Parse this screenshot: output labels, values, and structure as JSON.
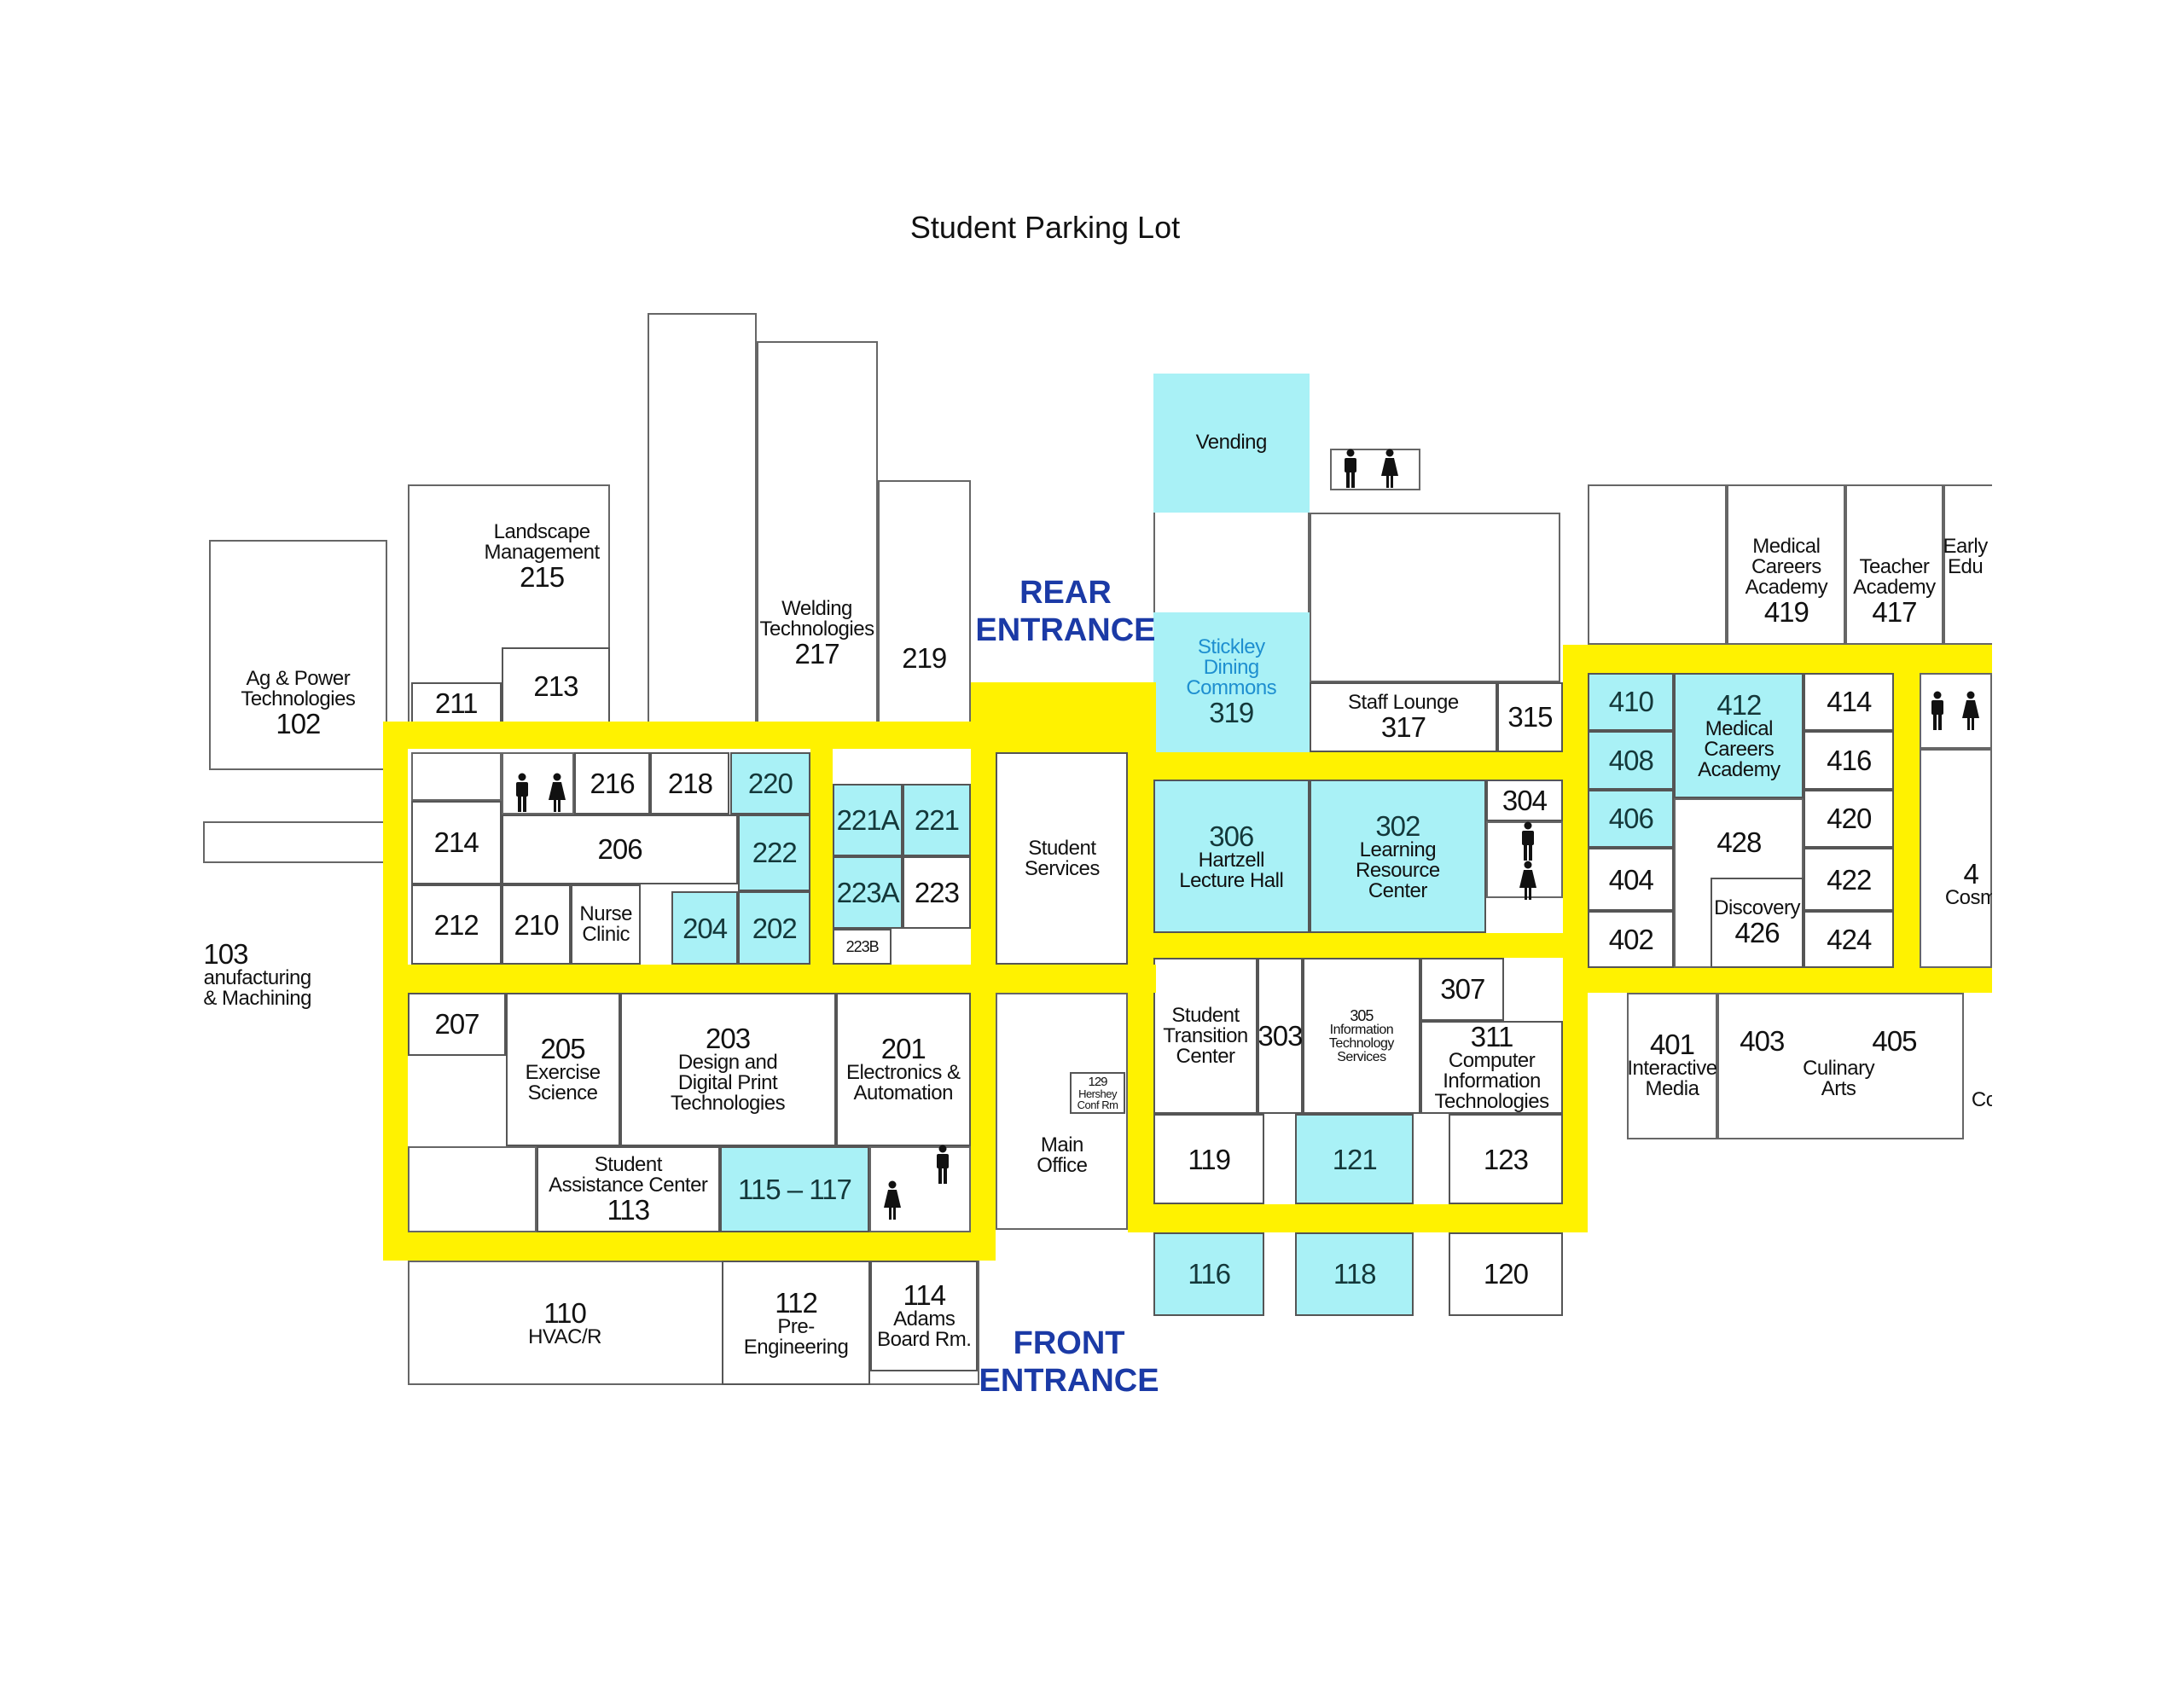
{
  "title": "Student Parking Lot",
  "entrances": {
    "rear": "REAR\nENTRANCE",
    "front": "FRONT\nENTRANCE"
  },
  "colors": {
    "highlight": "#a9f1f6",
    "route": "#fff200",
    "entrance_text": "#1b3aa6"
  },
  "rooms": [
    {
      "number": "102",
      "name": "Ag & Power\nTechnologies",
      "highlighted": false
    },
    {
      "number": "103",
      "name": "anufacturing\n& Machining",
      "highlighted": false
    },
    {
      "number": "215",
      "name": "Landscape\nManagement",
      "highlighted": false
    },
    {
      "number": "211",
      "name": "",
      "highlighted": false
    },
    {
      "number": "213",
      "name": "",
      "highlighted": false
    },
    {
      "number": "217",
      "name": "Welding\nTechnologies",
      "highlighted": false
    },
    {
      "number": "219",
      "name": "",
      "highlighted": false
    },
    {
      "number": "216",
      "name": "",
      "highlighted": false
    },
    {
      "number": "218",
      "name": "",
      "highlighted": false
    },
    {
      "number": "220",
      "name": "",
      "highlighted": true
    },
    {
      "number": "214",
      "name": "",
      "highlighted": false
    },
    {
      "number": "206",
      "name": "",
      "highlighted": false
    },
    {
      "number": "222",
      "name": "",
      "highlighted": true
    },
    {
      "number": "212",
      "name": "",
      "highlighted": false
    },
    {
      "number": "210",
      "name": "",
      "highlighted": false
    },
    {
      "number": "",
      "name": "Nurse\nClinic",
      "highlighted": false
    },
    {
      "number": "204",
      "name": "",
      "highlighted": true
    },
    {
      "number": "202",
      "name": "",
      "highlighted": true
    },
    {
      "number": "221A",
      "name": "",
      "highlighted": true
    },
    {
      "number": "221",
      "name": "",
      "highlighted": true
    },
    {
      "number": "223A",
      "name": "",
      "highlighted": true
    },
    {
      "number": "223",
      "name": "",
      "highlighted": false
    },
    {
      "number": "223B",
      "name": "",
      "highlighted": false
    },
    {
      "number": "",
      "name": "Student\nServices",
      "highlighted": false
    },
    {
      "number": "207",
      "name": "",
      "highlighted": false
    },
    {
      "number": "205",
      "name": "Exercise\nScience",
      "highlighted": false
    },
    {
      "number": "203",
      "name": "Design and\nDigital Print\nTechnologies",
      "highlighted": false
    },
    {
      "number": "201",
      "name": "Electronics &\nAutomation",
      "highlighted": false
    },
    {
      "number": "113",
      "name": "Student\nAssistance Center",
      "highlighted": false
    },
    {
      "number": "115 – 117",
      "name": "",
      "highlighted": true
    },
    {
      "number": "",
      "name": "Main\nOffice",
      "highlighted": false
    },
    {
      "number": "129",
      "name": "Hershey\nConf Rm",
      "highlighted": false
    },
    {
      "number": "110",
      "name": "HVAC/R",
      "highlighted": false
    },
    {
      "number": "112",
      "name": "Pre-\nEngineering",
      "highlighted": false
    },
    {
      "number": "114",
      "name": "Adams\nBoard Rm.",
      "highlighted": false
    },
    {
      "number": "",
      "name": "Vending",
      "highlighted": true
    },
    {
      "number": "319",
      "name": "Stickley\nDining\nCommons",
      "highlighted": true
    },
    {
      "number": "317",
      "name": "Staff Lounge",
      "highlighted": false
    },
    {
      "number": "315",
      "name": "",
      "highlighted": false
    },
    {
      "number": "306",
      "name": "Hartzell\nLecture Hall",
      "highlighted": true
    },
    {
      "number": "302",
      "name": "Learning\nResource\nCenter",
      "highlighted": true
    },
    {
      "number": "304",
      "name": "",
      "highlighted": false
    },
    {
      "number": "",
      "name": "Student\nTransition\nCenter",
      "highlighted": false
    },
    {
      "number": "303",
      "name": "",
      "highlighted": false
    },
    {
      "number": "305",
      "name": "Information\nTechnology\nServices",
      "highlighted": false
    },
    {
      "number": "307",
      "name": "",
      "highlighted": false
    },
    {
      "number": "311",
      "name": "Computer\nInformation\nTechnologies",
      "highlighted": false
    },
    {
      "number": "119",
      "name": "",
      "highlighted": false
    },
    {
      "number": "121",
      "name": "",
      "highlighted": true
    },
    {
      "number": "123",
      "name": "",
      "highlighted": false
    },
    {
      "number": "116",
      "name": "",
      "highlighted": true
    },
    {
      "number": "118",
      "name": "",
      "highlighted": true
    },
    {
      "number": "120",
      "name": "",
      "highlighted": false
    },
    {
      "number": "419",
      "name": "Medical\nCareers\nAcademy",
      "highlighted": false
    },
    {
      "number": "417",
      "name": "Teacher\nAcademy",
      "highlighted": false
    },
    {
      "number": "",
      "name": "Early\nEdu",
      "highlighted": false
    },
    {
      "number": "410",
      "name": "",
      "highlighted": true
    },
    {
      "number": "408",
      "name": "",
      "highlighted": true
    },
    {
      "number": "406",
      "name": "",
      "highlighted": true
    },
    {
      "number": "404",
      "name": "",
      "highlighted": false
    },
    {
      "number": "402",
      "name": "",
      "highlighted": false
    },
    {
      "number": "412",
      "name": "Medical\nCareers\nAcademy",
      "highlighted": true
    },
    {
      "number": "428",
      "name": "",
      "highlighted": false
    },
    {
      "number": "426",
      "name": "Discovery",
      "highlighted": false
    },
    {
      "number": "414",
      "name": "",
      "highlighted": false
    },
    {
      "number": "416",
      "name": "",
      "highlighted": false
    },
    {
      "number": "420",
      "name": "",
      "highlighted": false
    },
    {
      "number": "422",
      "name": "",
      "highlighted": false
    },
    {
      "number": "424",
      "name": "",
      "highlighted": false
    },
    {
      "number": "4",
      "name": "Cosm",
      "highlighted": false
    },
    {
      "number": "401",
      "name": "Interactive\nMedia",
      "highlighted": false
    },
    {
      "number": "403",
      "name": "",
      "highlighted": false
    },
    {
      "number": "405",
      "name": "",
      "highlighted": false
    },
    {
      "number": "",
      "name": "Culinary\nArts",
      "highlighted": false
    },
    {
      "number": "",
      "name": "Co",
      "highlighted": false
    }
  ],
  "restrooms": [
    "men",
    "women",
    "men",
    "women",
    "men",
    "women",
    "men",
    "women",
    "men",
    "women"
  ]
}
